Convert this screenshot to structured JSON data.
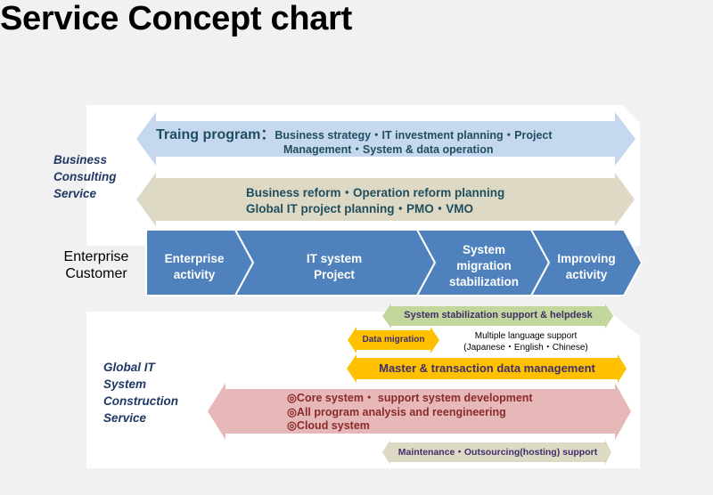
{
  "title": "Service Concept chart",
  "business_consulting": {
    "label_lines": [
      "Business",
      "Consulting",
      "Service"
    ],
    "training": {
      "heading": "Traing program：",
      "line1": "Business strategy・IT investment planning・Project",
      "line2": "Management・System & data operation"
    },
    "reform": {
      "line1": "Business reform・Operation  reform planning",
      "line2": "Global IT project planning・PMO・VMO"
    }
  },
  "customer": {
    "label_lines": [
      "Enterprise",
      "Customer"
    ],
    "steps": [
      {
        "lines": [
          "Enterprise",
          "activity"
        ]
      },
      {
        "lines": [
          "IT system",
          "Project"
        ]
      },
      {
        "lines": [
          "System",
          "migration",
          "stabilization"
        ]
      },
      {
        "lines": [
          "Improving",
          "activity"
        ]
      }
    ]
  },
  "global_it": {
    "label_lines": [
      "Global IT",
      "System",
      "Construction",
      "Service"
    ],
    "stabilization": "System stabilization support & helpdesk",
    "data_migration": "Data migration",
    "language_support": {
      "line1": "Multiple language support",
      "line2": "(Japanese・English・Chinese)"
    },
    "master_data": "Master & transaction data management",
    "development": {
      "bullet": "◎",
      "items": [
        "Core system・ support system development",
        "All program analysis and reengineering",
        "Cloud system"
      ]
    },
    "maintenance": "Maintenance・Outsourcing(hosting) support"
  },
  "colors": {
    "training": "#c5d8f0",
    "reform": "#ddd9c4",
    "process": "#4f81bd",
    "stabilization": "#c3d69b",
    "orange": "#ffc000",
    "development": "#e6b9b8",
    "maintenance": "#ddd9c4"
  }
}
